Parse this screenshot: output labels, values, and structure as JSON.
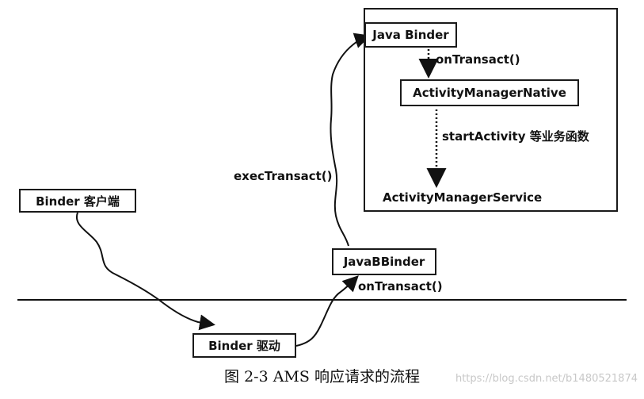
{
  "nodes": {
    "java_binder": "Java Binder",
    "activity_manager_native": "ActivityManagerNative",
    "activity_manager_service": "ActivityManagerService",
    "binder_client": "Binder 客户端",
    "java_bbinder": "JavaBBinder",
    "binder_driver": "Binder 驱动"
  },
  "edges": {
    "on_transact_top": "onTransact()",
    "start_activity": "startActivity 等业务函数",
    "exec_transact": "execTransact()",
    "on_transact_bottom": "onTransact()"
  },
  "caption": "图 2-3    AMS 响应请求的流程",
  "watermark": "https://blog.csdn.net/b1480521874"
}
